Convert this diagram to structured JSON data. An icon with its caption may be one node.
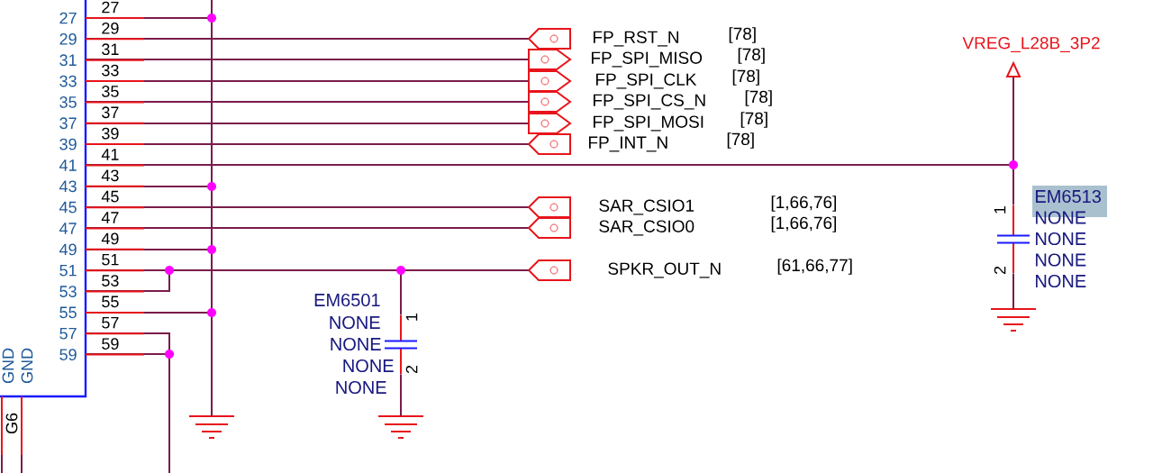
{
  "diagram": {
    "nodes": [
      {
        "text": [],
        "shape": "box"
      },
      {
        "text": [
          "FP_RST_N",
          "[78]"
        ]
      },
      {
        "text": [
          "FP_SPI_MISO",
          "[78]"
        ]
      },
      {
        "text": [
          "FP_SPI_CLK",
          "[78]"
        ]
      },
      {
        "text": [
          "FP_SPI_CS_N",
          "[78]"
        ]
      },
      {
        "text": [
          "FP_SPI_MOSI",
          "[78]"
        ]
      },
      {
        "text": [
          "FP_INT_N",
          "[78]"
        ]
      },
      {
        "text": [
          "SAR_CSIO1"
        ]
      },
      {
        "text": [
          "SAR_CSIO0"
        ]
      },
      {
        "text": [
          "SPKR_OUT_N"
        ]
      },
      {
        "text": [
          "VREG_L28B_3P2"
        ]
      },
      {
        "text": [
          "EM6513",
          "NONE",
          "NONE",
          "NONE",
          "NONE"
        ]
      },
      {
        "text": [],
        "shape": "ground"
      },
      {
        "text": [
          "EM6501",
          "NONE",
          "NONE",
          "NONE",
          "NONE"
        ]
      },
      {
        "text": [],
        "shape": "ground"
      },
      {
        "text": [],
        "shape": "ground"
      }
    ],
    "edges": [
      {
        "from": 0,
        "to": 15,
        "arrow": "none"
      },
      {
        "from": 0,
        "to": 1,
        "arrow": "none"
      },
      {
        "from": 0,
        "to": 2,
        "arrow": "none"
      },
      {
        "from": 0,
        "to": 3,
        "arrow": "none"
      },
      {
        "from": 0,
        "to": 4,
        "arrow": "none"
      },
      {
        "from": 0,
        "to": 5,
        "arrow": "none"
      },
      {
        "from": 0,
        "to": 6,
        "arrow": "none"
      },
      {
        "from": 0,
        "to": 10,
        "arrow": "none"
      },
      {
        "from": 0,
        "to": 11,
        "arrow": "none"
      },
      {
        "from": 0,
        "to": 15,
        "arrow": "none"
      },
      {
        "from": 0,
        "to": 7,
        "arrow": "none"
      },
      {
        "from": 0,
        "to": 8,
        "arrow": "none"
      },
      {
        "from": 0,
        "to": 15,
        "arrow": "none"
      },
      {
        "from": 0,
        "to": 9,
        "arrow": "none"
      },
      {
        "from": 0,
        "to": 13,
        "arrow": "none"
      },
      {
        "from": 0,
        "to": 9,
        "arrow": "none"
      },
      {
        "from": 0,
        "to": 15,
        "arrow": "none"
      },
      {
        "from": 0,
        "to": null,
        "arrow": "none"
      },
      {
        "from": 0,
        "to": null,
        "arrow": "none"
      },
      {
        "from": 11,
        "to": 12,
        "arrow": "none"
      },
      {
        "from": 13,
        "to": 14,
        "arrow": "none"
      },
      {
        "from": null,
        "to": 15,
        "arrow": "none"
      },
      {
        "from": 0,
        "to": null,
        "arrow": "none"
      },
      {
        "from": 0,
        "to": null,
        "arrow": "none"
      }
    ],
    "labels": [
      "27",
      "29",
      "31",
      "33",
      "35",
      "37",
      "39",
      "41",
      "43",
      "45",
      "47",
      "49",
      "51",
      "53",
      "55",
      "57",
      "59",
      "27",
      "29",
      "31",
      "33",
      "35",
      "37",
      "39",
      "41",
      "43",
      "45",
      "47",
      "49",
      "51",
      "53",
      "55",
      "57",
      "59",
      "GND",
      "GND",
      "G6",
      "1",
      "2",
      "1",
      "2",
      "[1,66,76]",
      "[1,66,76]",
      "[61,66,77]"
    ]
  }
}
